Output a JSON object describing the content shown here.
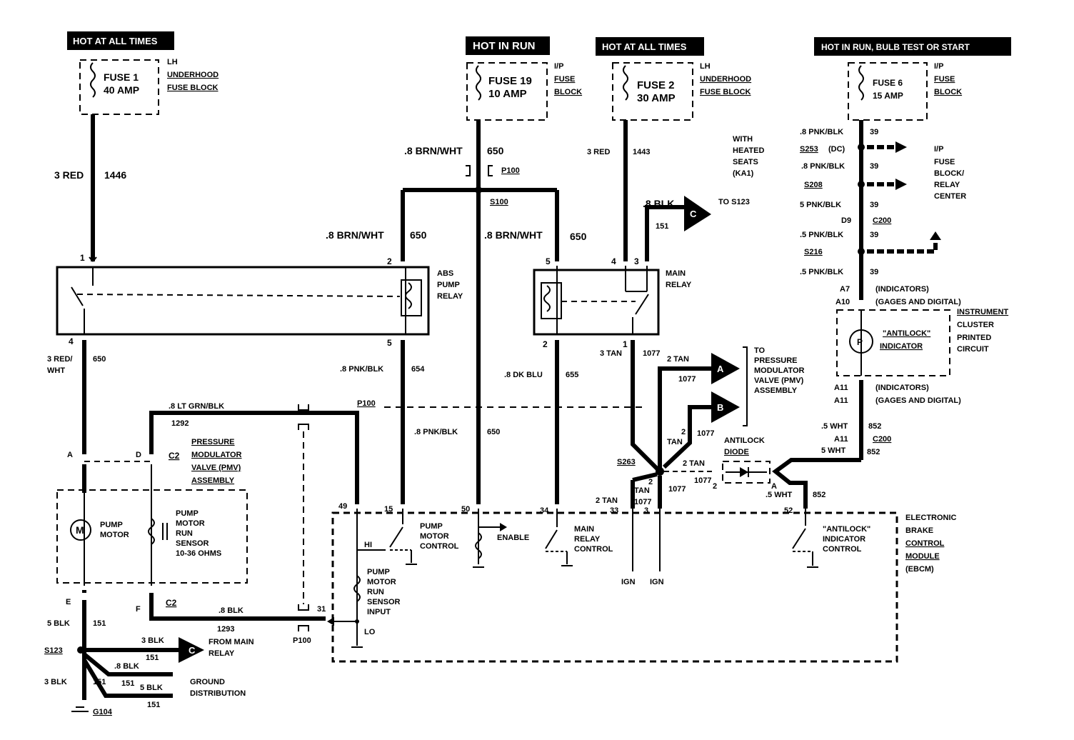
{
  "headers": {
    "h1": "HOT AT ALL TIMES",
    "h2": "HOT IN RUN",
    "h3": "HOT AT ALL TIMES",
    "h4": "HOT IN RUN, BULB TEST OR START"
  },
  "fuses": {
    "f1_name": "FUSE 1",
    "f1_amp": "40 AMP",
    "f19_name": "FUSE 19",
    "f19_amp": "10 AMP",
    "f2_name": "FUSE 2",
    "f2_amp": "30 AMP",
    "f6_name": "FUSE 6",
    "f6_amp": "15 AMP",
    "lh": "LH",
    "underhood": "UNDERHOOD",
    "fuse_block": "FUSE BLOCK",
    "ip": "I/P",
    "fuse": "FUSE",
    "block": "BLOCK"
  },
  "wires": {
    "red3": "3 RED",
    "c1446": "1446",
    "brnwht": ".8 BRN/WHT",
    "c650": "650",
    "red3b": "3 RED",
    "c1443": "1443",
    "red_wht": "3 RED/",
    "wht": "WHT",
    "pnkblk654": ".8 PNK/BLK",
    "c654": "654",
    "dkblu": ".8 DK BLU",
    "c655": "655",
    "tan3": "3 TAN",
    "c1077": "1077",
    "tan2": "2 TAN",
    "tan": "TAN",
    "two": "2",
    "ltgrn": ".8 LT GRN/BLK",
    "c1292": "1292",
    "blk8": ".8 BLK",
    "c151": "151",
    "blk5": "5 BLK",
    "c1293": "1293",
    "blk3": "3 BLK",
    "pnkblk": ".8 PNK/BLK",
    "pnkblk5": ".5 PNK/BLK",
    "pnkblk5b": "5 PNK/BLK",
    "c39": "39",
    "wht5": ".5 WHT",
    "wht5b": "5 WHT",
    "c852": "852"
  },
  "connectors": {
    "p100": "P100",
    "s100": "S100",
    "c2": "C2",
    "c200": "C200",
    "s263": "S263",
    "s253": "S253",
    "s253_note": "(DC)",
    "s208": "S208",
    "s216": "S216",
    "s123": "S123",
    "g104": "G104",
    "d9": "D9"
  },
  "pins": {
    "p1": "1",
    "p4": "4",
    "p2": "2",
    "p5": "5",
    "p5b": "5",
    "p2b": "2",
    "p4b": "4",
    "p3": "3",
    "p1b": "1",
    "pA": "A",
    "pD": "D",
    "pE": "E",
    "pF": "F",
    "p49": "49",
    "p15": "15",
    "p50": "50",
    "p34": "34",
    "p33": "33",
    "p3b": "3",
    "p31": "31",
    "p52": "52",
    "pA7": "A7",
    "pA10": "A10",
    "pA11a": "A11",
    "pA11b": "A11",
    "pA11c": "A11",
    "pAa": "A",
    "pB": "B"
  },
  "components": {
    "abs_relay": [
      "ABS",
      "PUMP",
      "RELAY"
    ],
    "main_relay": [
      "MAIN",
      "RELAY"
    ],
    "heated": [
      "WITH",
      "HEATED",
      "SEATS",
      "(KA1)"
    ],
    "to_s123": "TO S123",
    "pmv_upper": [
      "TO",
      "PRESSURE",
      "MODULATOR",
      "VALVE (PMV)",
      "ASSEMBLY"
    ],
    "pmv_left": [
      "PRESSURE",
      "MODULATOR",
      "VALVE (PMV)",
      "ASSEMBLY"
    ],
    "pump_motor": [
      "PUMP",
      "MOTOR"
    ],
    "run_sensor": [
      "PUMP",
      "MOTOR",
      "RUN",
      "SENSOR",
      "10-36 OHMS"
    ],
    "pump_ctrl": [
      "PUMP",
      "MOTOR",
      "CONTROL"
    ],
    "enable": "ENABLE",
    "main_ctrl": [
      "MAIN",
      "RELAY",
      "CONTROL"
    ],
    "sensor_input": [
      "PUMP",
      "MOTOR",
      "RUN",
      "SENSOR",
      "INPUT"
    ],
    "hi": "HI",
    "lo": "LO",
    "ign1": "IGN",
    "ign2": "IGN",
    "antilock_diode": [
      "ANTILOCK",
      "DIODE"
    ],
    "antilock_ctrl": [
      "\"ANTILOCK\"",
      "INDICATOR",
      "CONTROL"
    ],
    "ebcm": [
      "ELECTRONIC",
      "BRAKE",
      "CONTROL",
      "MODULE",
      "(EBCM)"
    ],
    "indicators1": "(INDICATORS)",
    "gages1": "(GAGES AND DIGITAL)",
    "antilock_ind": [
      "\"ANTILOCK\"",
      "INDICATOR"
    ],
    "cluster": [
      "INSTRUMENT",
      "CLUSTER",
      "PRINTED",
      "CIRCUIT"
    ],
    "indicators2": "(INDICATORS)",
    "gages2": "(GAGES AND DIGITAL)",
    "fuse_relay": [
      "I/P",
      "FUSE",
      "BLOCK/",
      "RELAY",
      "CENTER"
    ],
    "from_main": [
      "FROM MAIN",
      "RELAY"
    ],
    "ground_dist": [
      "GROUND",
      "DISTRIBUTION"
    ],
    "motor_letter": "M",
    "lamp_letter": "P",
    "flagC": "C",
    "flagA": "A",
    "flagB": "B",
    "flagC2": "C"
  }
}
